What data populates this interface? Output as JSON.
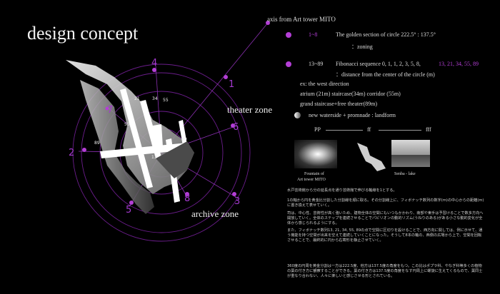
{
  "title": "design concept",
  "axis_label": "axis  from Art tower MITO",
  "zones": {
    "theater": "theater  zone",
    "archive": "archive  zone"
  },
  "legend": {
    "golden": {
      "range": "1~8",
      "text": "The golden section of circle    222.5°  :  137.5°",
      "sub": "：zoning"
    },
    "fib": {
      "range": "13~89",
      "text": "Fibonacci sequence   0, 1, 1, 2, 3, 5, 8,",
      "highlight": "13, 21, 34, 55, 89",
      "sub": "：distance from the center of the circle (m)"
    },
    "example": "ex: the west direction",
    "row1": "atrium (21m)  staircase(34m)  corridor (55m)",
    "row2": "grand staircase+free theater(89m)",
    "waterside": "new waterside + promnade  :  landform",
    "pp": "PP",
    "ff": "ff",
    "fff": "fff"
  },
  "photos": [
    {
      "caption1": "Fountain of",
      "caption2": "Art tower MITO"
    },
    {
      "caption1": "Senba - lake",
      "caption2": ""
    }
  ],
  "diagram": {
    "golden_numbers": [
      "1",
      "2",
      "3",
      "4",
      "5",
      "6",
      "7",
      "8"
    ],
    "fib_numbers": [
      "13",
      "21",
      "34",
      "55",
      "89",
      "89",
      "55"
    ]
  },
  "notes": {
    "p1": "水戸芸術館から分の延長点を通り芸術館で伸びる軸線を1とする。",
    "p2": "1の軸から円を黄金比分割した分割線を順に取る。その分割線上に、フィボナッチ数列の数字(m)の中心からの距離(m)に置き換えて表せていく。",
    "p3": "司は、中心性、芸術性が高く強いため、建物全体の空間にもいつもかかわり、南部や東手は予習けることで数多方向へ開放していく。全体のステップを連続させることでパビリオンの動的リズム(うねりのある)がある小さな動的変化が全体から感じられるようにする。",
    "p4": "また、フィボナッチ数列13, 21, 34, 55, 89の点で空間に区切りを設けることで、西方向に関しては、例に示せて、通う機能を持つ空間が出来を空えて連続していくことになった。そうして8本の軸の、西側の広場から上で、空間を回転させることで、最終的に円から右寄形を静止させていく。",
    "p5": "360度の円周を黄金分割は一方は222.5度、他方は137.5度の角度をもつ。この比はポプラ科、やなぎ科等多くの植物の葉の付き方に観察することができる。葉の付き方は137.5度の角度をなす円周上に螺旋に生えてくるもので、葉同士が重なり合わない、人々に楽しいと感じさせる形とされている。"
  }
}
